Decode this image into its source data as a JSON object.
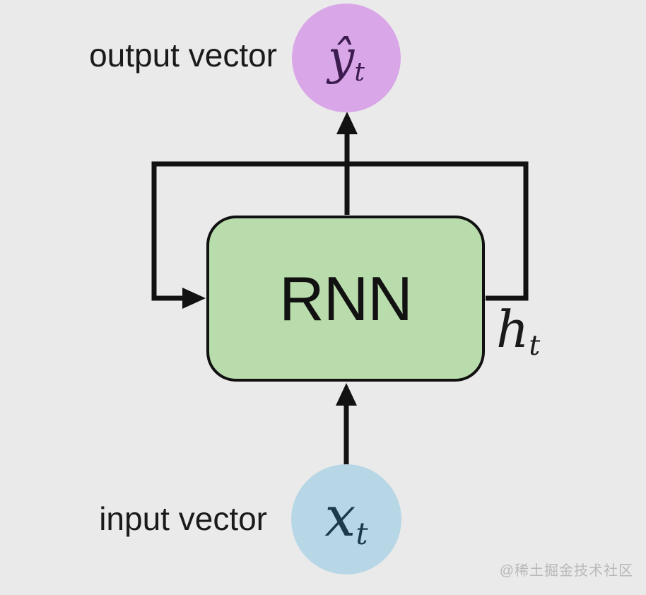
{
  "diagram": {
    "labels": {
      "output": "output vector",
      "input": "input vector"
    },
    "nodes": {
      "output": {
        "symbol": "ŷ",
        "subscript": "t"
      },
      "rnn": {
        "label": "RNN"
      },
      "input": {
        "symbol": "x",
        "subscript": "t"
      },
      "hidden": {
        "symbol": "h",
        "subscript": "t"
      }
    },
    "colors": {
      "background": "#eaeaea",
      "output_circle_fill": "#d9a7e8",
      "output_symbol_color": "#3c1b4e",
      "rnn_box_fill": "#b9dcac",
      "rnn_box_border": "#111111",
      "input_circle_fill": "#b8d7e6",
      "input_symbol_color": "#1d3a4d",
      "hidden_symbol_color": "#1a1a1a",
      "wire_color": "#121212",
      "label_color": "#1a1a1a",
      "watermark_color": "#b8b8b8"
    }
  },
  "watermark": "@稀土掘金技术社区"
}
